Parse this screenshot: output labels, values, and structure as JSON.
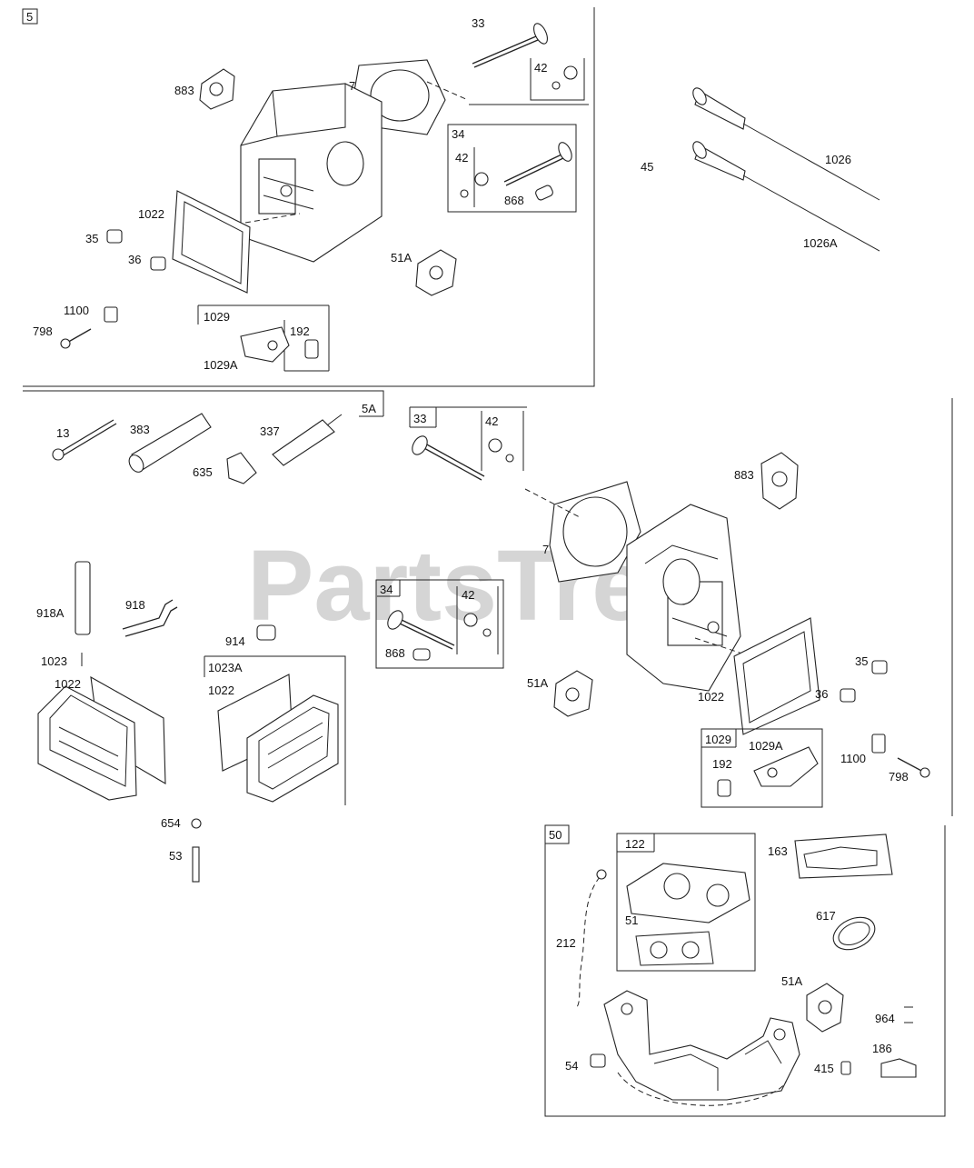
{
  "watermark": "PartsTree",
  "sections": {
    "s5": "5",
    "s5a": "5A",
    "s50": "50"
  },
  "labels": {
    "a33": "33",
    "a42": "42",
    "a883": "883",
    "a7": "7",
    "a34": "34",
    "a42b": "42",
    "a868": "868",
    "a1022": "1022",
    "a35": "35",
    "a36": "36",
    "a51a": "51A",
    "a1100": "1100",
    "a798": "798",
    "a1029": "1029",
    "a192": "192",
    "a1029a": "1029A",
    "b45": "45",
    "b1026": "1026",
    "b1026a": "1026A",
    "c13": "13",
    "c383": "383",
    "c337": "337",
    "c635": "635",
    "c33": "33",
    "c42": "42",
    "c883": "883",
    "c7": "7",
    "c34": "34",
    "c42b": "42",
    "c868": "868",
    "c51a": "51A",
    "c1022": "1022",
    "c35": "35",
    "c36": "36",
    "c1029": "1029",
    "c1029a": "1029A",
    "c192": "192",
    "c1100": "1100",
    "c798": "798",
    "d918a": "918A",
    "d918": "918",
    "d914": "914",
    "d1023": "1023",
    "d1022": "1022",
    "d1023a": "1023A",
    "d1022b": "1022",
    "d654": "654",
    "d53": "53",
    "e122": "122",
    "e163": "163",
    "e51": "51",
    "e617": "617",
    "e212": "212",
    "e51a": "51A",
    "e964": "964",
    "e186": "186",
    "e54": "54",
    "e415": "415"
  }
}
